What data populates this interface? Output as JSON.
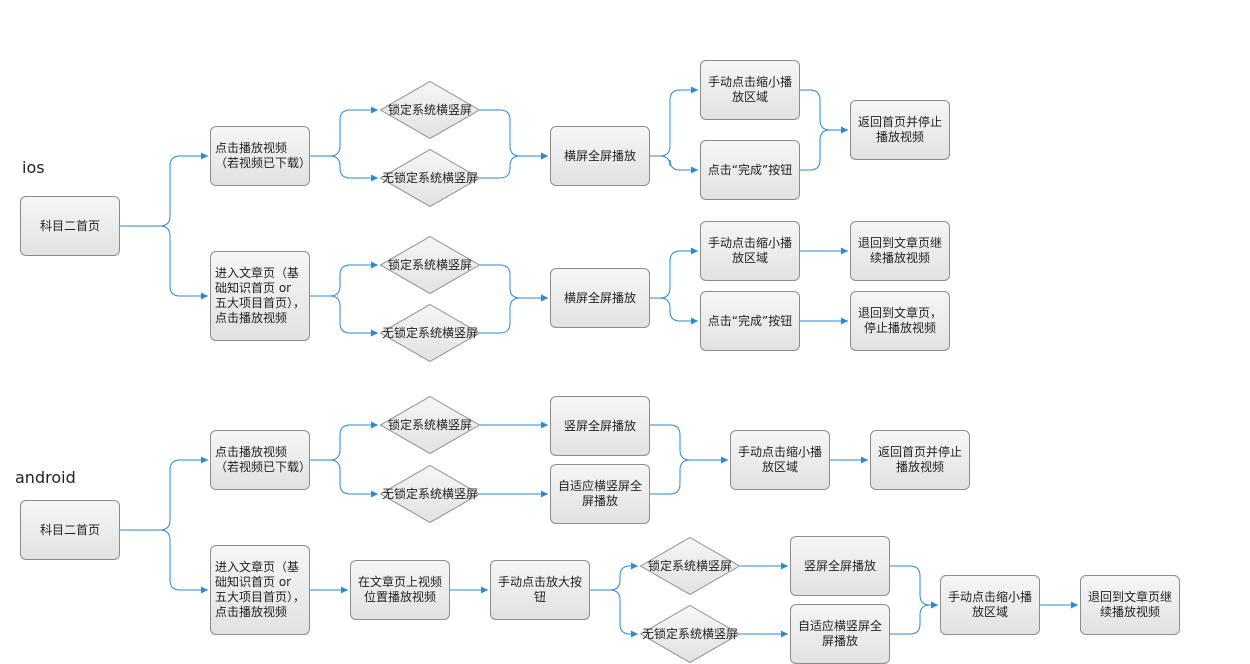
{
  "labels": {
    "ios": "ios",
    "android": "android"
  },
  "nodes": {
    "ios_home": "科目二首页",
    "ios_play": "点击播放视频（若视频已下载）",
    "ios_lock1": "锁定系统横竖屏",
    "ios_nolock1": "无锁定系统横竖屏",
    "ios_fs1": "横屏全屏播放",
    "ios_shrink1": "手动点击缩小播放区域",
    "ios_done1": "点击“完成”按钮",
    "ios_back1": "返回首页并停止播放视频",
    "ios_article": "进入文章页（基础知识首页 or 五大项目首页），点击播放视频",
    "ios_lock2": "锁定系统横竖屏",
    "ios_nolock2": "无锁定系统横竖屏",
    "ios_fs2": "横屏全屏播放",
    "ios_shrink2": "手动点击缩小播放区域",
    "ios_done2": "点击“完成”按钮",
    "ios_back2": "退回到文章页继续播放视频",
    "ios_back3": "退回到文章页，停止播放视频",
    "and_home": "科目二首页",
    "and_play": "点击播放视频（若视频已下载）",
    "and_lock1": "锁定系统横竖屏",
    "and_nolock1": "无锁定系统横竖屏",
    "and_vfs1": "竖屏全屏播放",
    "and_adapt1": "自适应横竖屏全屏播放",
    "and_shrink1": "手动点击缩小播放区域",
    "and_back1": "返回首页并停止播放视频",
    "and_article": "进入文章页（基础知识首页 or 五大项目首页），点击播放视频",
    "and_inpage": "在文章页上视频位置播放视频",
    "and_enlarge": "手动点击放大按钮",
    "and_lock2": "锁定系统横竖屏",
    "and_nolock2": "无锁定系统横竖屏",
    "and_vfs2": "竖屏全屏播放",
    "and_adapt2": "自适应横竖屏全屏播放",
    "and_shrink2": "手动点击缩小播放区域",
    "and_back2": "退回到文章页继续播放视频"
  },
  "colors": {
    "connector": "#2a8ad4",
    "node_border": "#8c8c8c"
  }
}
